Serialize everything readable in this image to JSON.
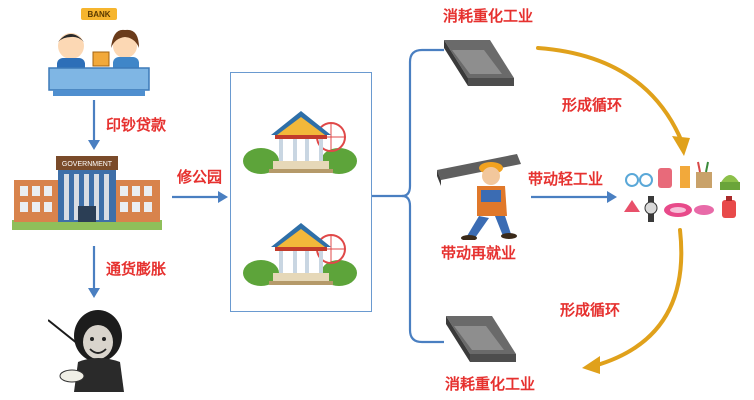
{
  "labels": {
    "print_loans": "印钞贷款",
    "inflation": "通货膨胀",
    "build_park": "修公园",
    "consume_heavy_top": "消耗重化工业",
    "consume_heavy_bottom": "消耗重化工业",
    "form_cycle_top": "形成循环",
    "form_cycle_bottom": "形成循环",
    "drive_light_industry": "带动轻工业",
    "drive_reemployment": "带动再就业"
  },
  "signs": {
    "bank": "BANK",
    "government": "GOVERNMENT"
  },
  "colors": {
    "label_red": "#e6312f",
    "arrow_blue": "#4a7fc1",
    "cycle_arrow_gold": "#e0a11b",
    "panel_border": "#6a9ad0"
  },
  "icons": [
    "bank-counter-icon",
    "government-building-icon",
    "beggar-meme-icon",
    "park-gazebo-icon",
    "steel-beam-icon",
    "worker-carrying-beam-icon",
    "consumer-goods-icon"
  ]
}
